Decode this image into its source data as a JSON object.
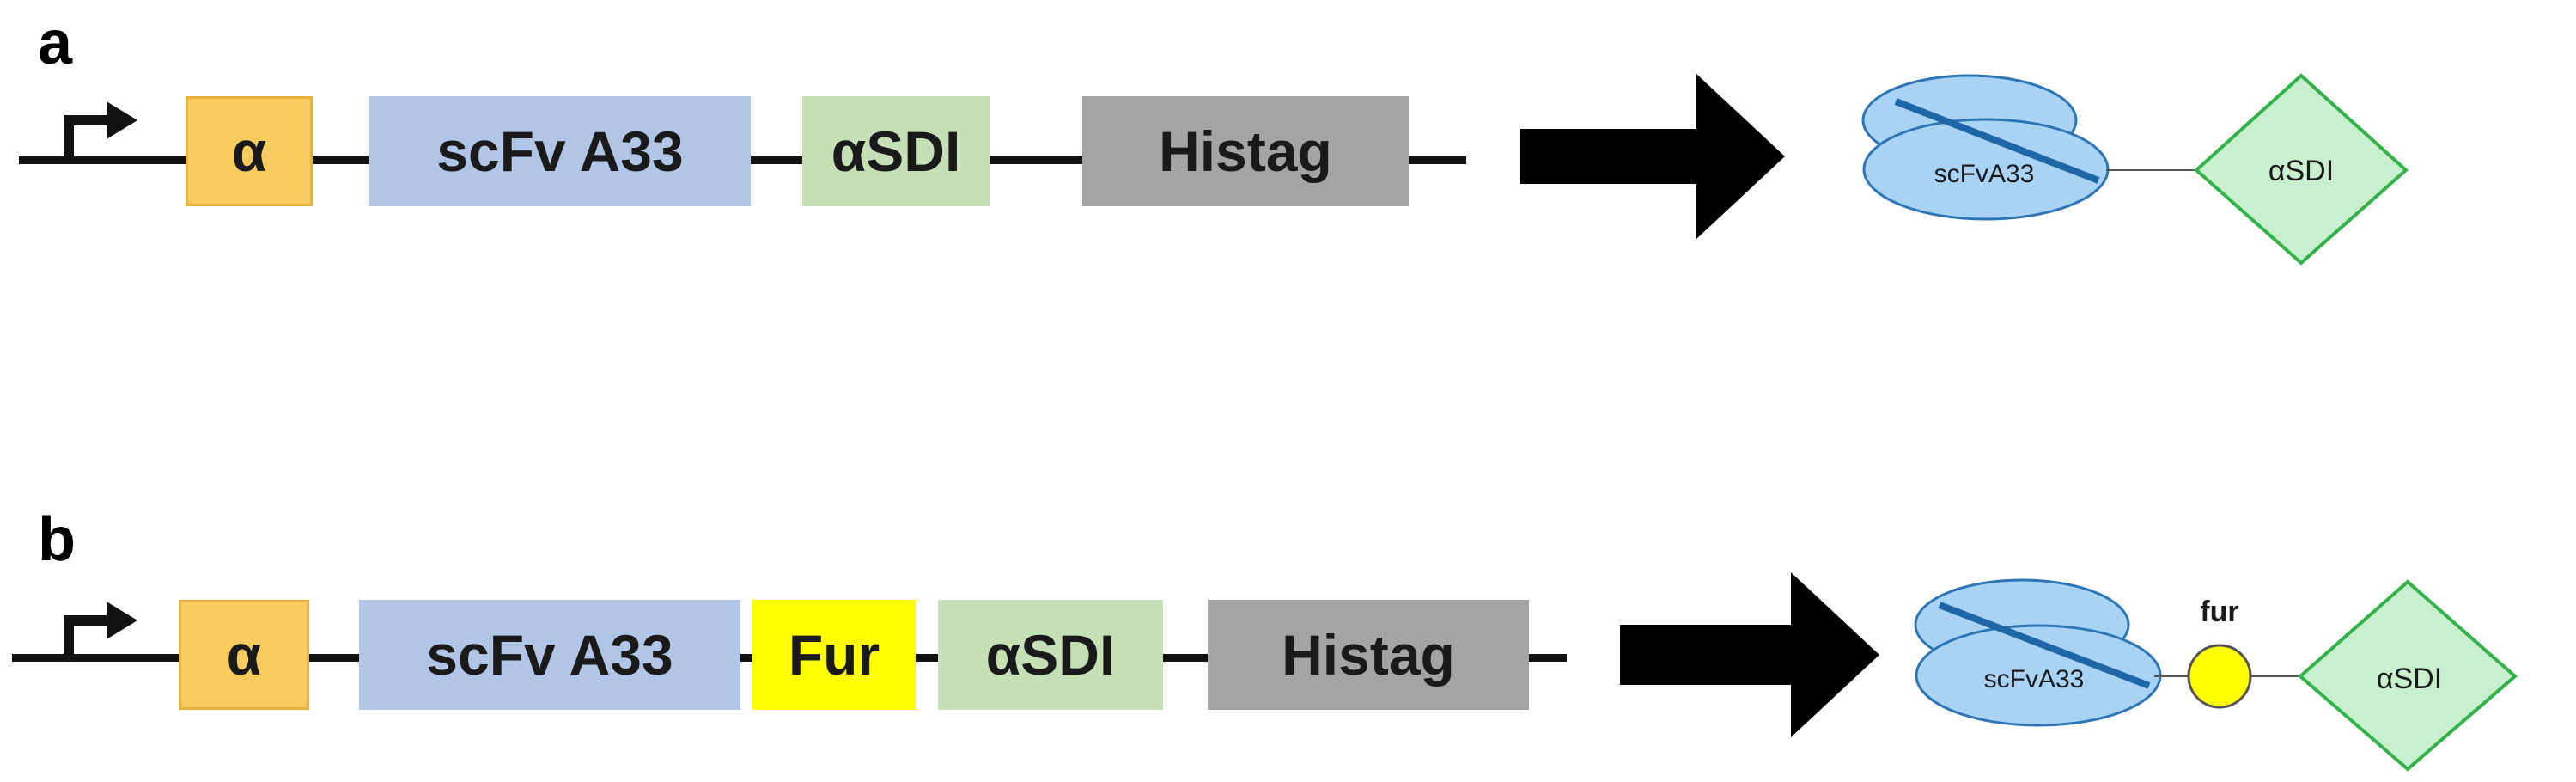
{
  "panels": {
    "a": {
      "label": "a",
      "genes": {
        "alpha": "α",
        "scfv": "scFv A33",
        "sdi": "αSDI",
        "histag": "Histag"
      },
      "protein": {
        "scfv": "scFvA33",
        "sdi": "αSDI"
      }
    },
    "b": {
      "label": "b",
      "genes": {
        "alpha": "α",
        "scfv": "scFv A33",
        "fur": "Fur",
        "sdi": "αSDI",
        "histag": "Histag"
      },
      "protein": {
        "scfv": "scFvA33",
        "fur": "fur",
        "sdi": "αSDI"
      }
    }
  },
  "colors": {
    "alpha": "#f8cb5e",
    "scfv": "#b1c5e6",
    "sdi": "#c5e0b6",
    "histag": "#a6a3a3",
    "fur": "#ffff00",
    "ellipse_fill": "#a9d3f5",
    "ellipse_stroke": "#2e75b6",
    "diamond_fill": "#c8f0cf",
    "diamond_stroke": "#34b24a",
    "fur_ball": "#ffff00"
  }
}
